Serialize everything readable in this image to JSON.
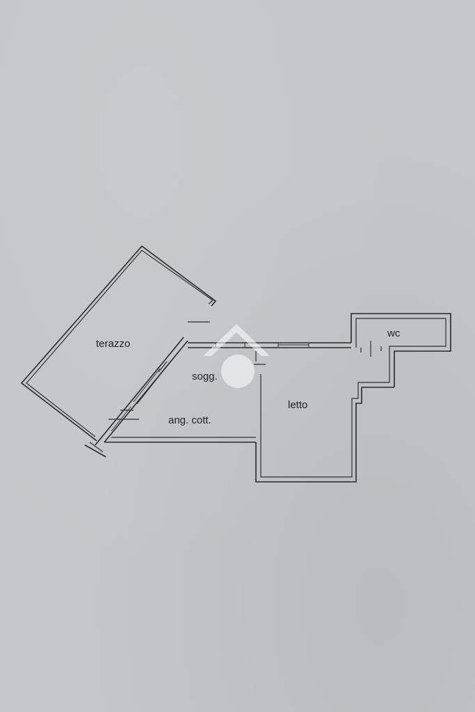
{
  "floor_plan": {
    "rooms": {
      "terrace": "terazzo",
      "living": "sogg.",
      "kitchenette": "ang. cott.",
      "bedroom": "letto",
      "bathroom": "wc"
    },
    "icons": {
      "watermark": "house-logo-icon"
    },
    "colors": {
      "paper": "#c3c6ca",
      "ink": "#26282c"
    }
  }
}
